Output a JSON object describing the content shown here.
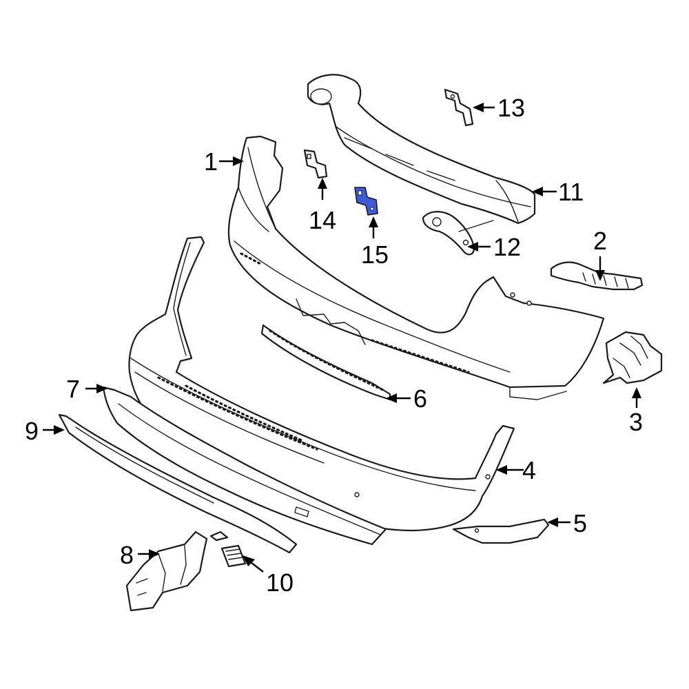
{
  "callouts": {
    "c1": "1",
    "c2": "2",
    "c3": "3",
    "c4": "4",
    "c5": "5",
    "c6": "6",
    "c7": "7",
    "c8": "8",
    "c9": "9",
    "c10": "10",
    "c11": "11",
    "c12": "12",
    "c13": "13",
    "c14": "14",
    "c15": "15"
  },
  "colors": {
    "line": "#1a1a1a",
    "highlight_part": "#3f5bd6",
    "background": "#ffffff"
  },
  "highlighted_part": "15"
}
